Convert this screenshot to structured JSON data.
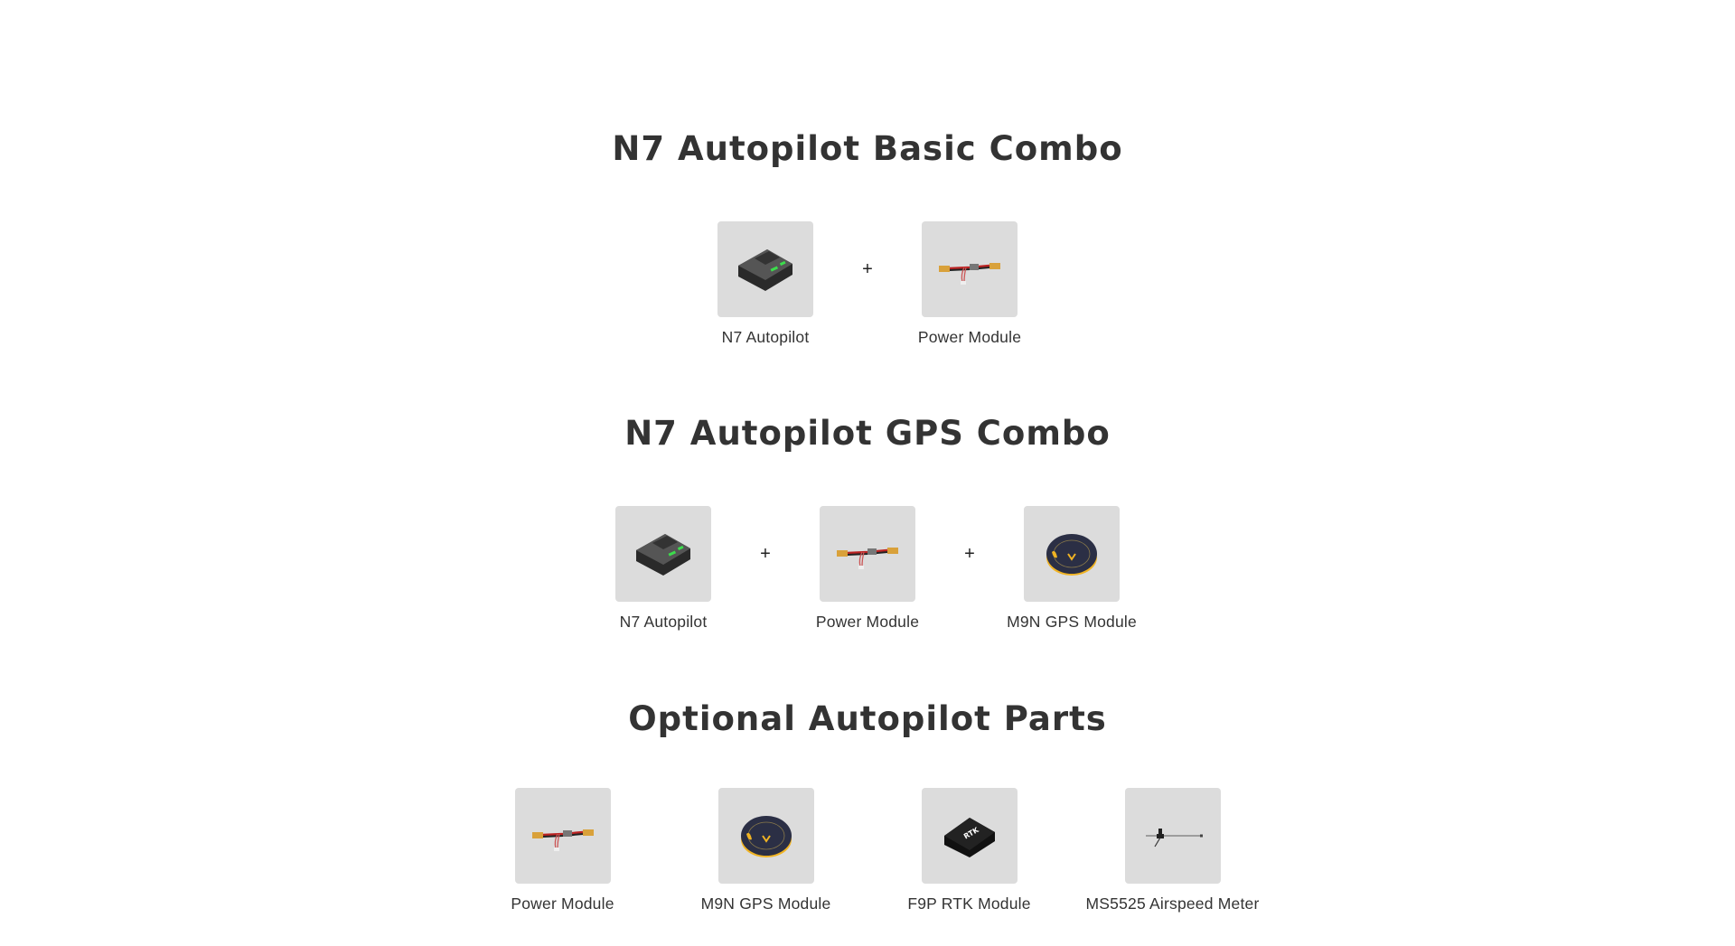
{
  "sections": [
    {
      "title": "N7 Autopilot Basic Combo",
      "items": [
        {
          "label": "N7 Autopilot",
          "icon": "autopilot-icon"
        },
        {
          "label": "Power Module",
          "icon": "power-module-icon"
        }
      ],
      "separator": "+"
    },
    {
      "title": "N7 Autopilot GPS Combo",
      "items": [
        {
          "label": "N7 Autopilot",
          "icon": "autopilot-icon"
        },
        {
          "label": "Power Module",
          "icon": "power-module-icon"
        },
        {
          "label": "M9N GPS Module",
          "icon": "gps-module-icon"
        }
      ],
      "separator": "+"
    },
    {
      "title": "Optional Autopilot Parts",
      "items": [
        {
          "label": "Power Module",
          "icon": "power-module-icon"
        },
        {
          "label": "M9N GPS Module",
          "icon": "gps-module-icon"
        },
        {
          "label": "F9P RTK Module",
          "icon": "rtk-module-icon"
        },
        {
          "label": "MS5525 Airspeed Meter",
          "icon": "airspeed-meter-icon"
        }
      ]
    }
  ],
  "colors": {
    "tile": "#dcdcdc",
    "text": "#333333",
    "accent": "#f0b323"
  }
}
